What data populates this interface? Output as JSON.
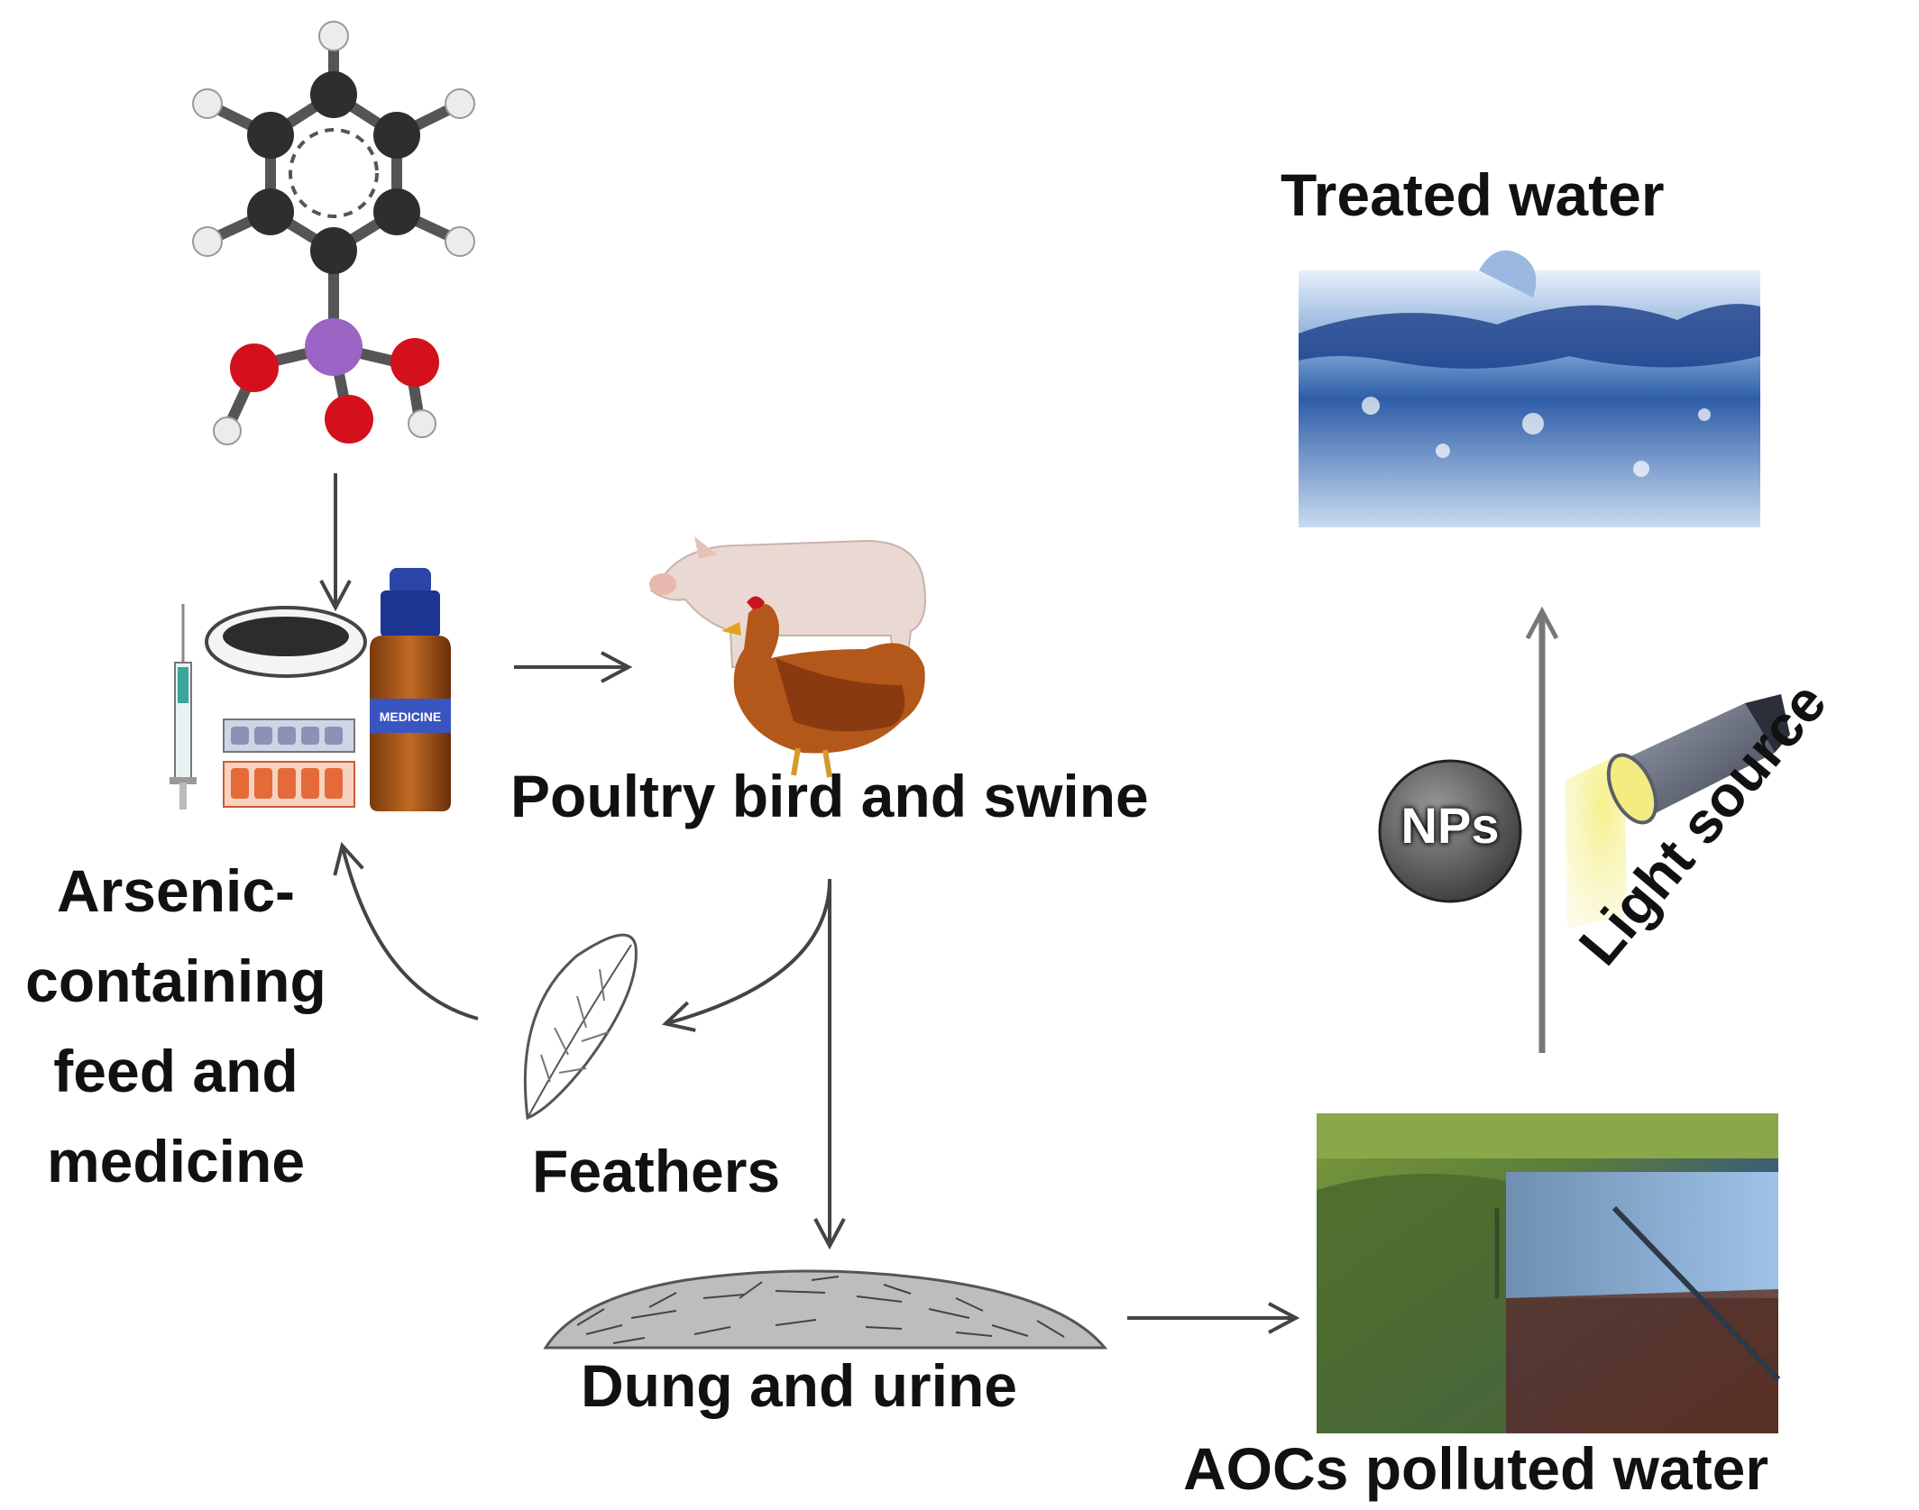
{
  "labels": {
    "treated_water": "Treated water",
    "poultry": "Poultry bird and swine",
    "arsenic": "Arsenic-containing feed and medicine",
    "feathers": "Feathers",
    "dung": "Dung and urine",
    "aocs": "AOCs polluted water",
    "nps": "NPs",
    "light_source": "Light source"
  },
  "medicine_bottle_label": "MEDICINE"
}
